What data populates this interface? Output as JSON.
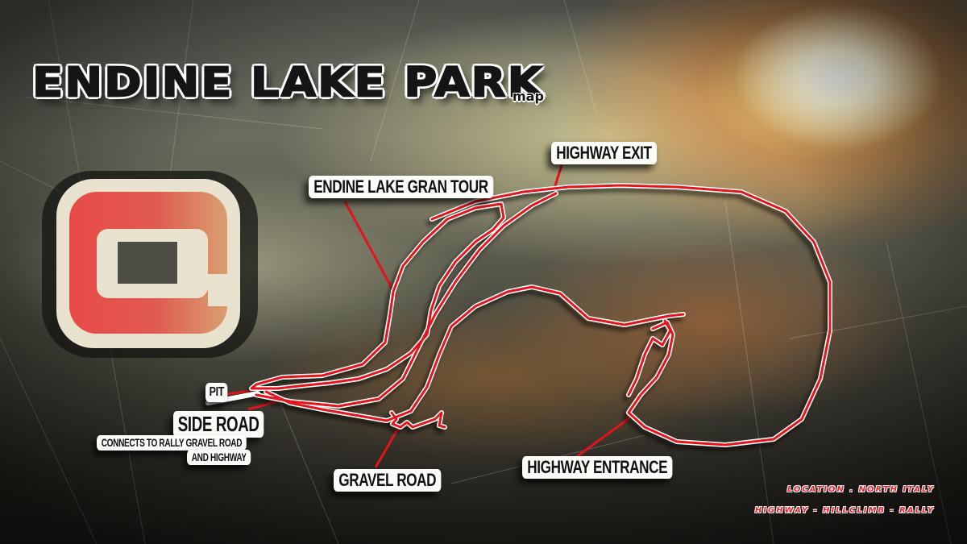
{
  "map": {
    "title": "ENDINE LAKE PARK",
    "title_suffix": "map",
    "logo_icon": "e-logo-icon",
    "colors": {
      "track": "#e2141c",
      "track_outline": "#ffffff",
      "label_bg": "#fbfbf7",
      "label_text": "#111111",
      "info_text": "#e8202a"
    }
  },
  "labels": {
    "gran_tour": "ENDINE LAKE GRAN TOUR",
    "highway_exit": "HIGHWAY EXIT",
    "pit": "PIT",
    "side_road": "SIDE ROAD",
    "side_road_note_line1": "CONNECTS TO RALLY GRAVEL ROAD",
    "side_road_note_line2": "AND HIGHWAY",
    "gravel_road": "GRAVEL ROAD",
    "highway_entrance": "HIGHWAY ENTRANCE"
  },
  "info": {
    "location": "LOCATION .  NORTH ITALY",
    "disciplines": "HIGHWAY - HILLCLIMB - RALLY"
  }
}
